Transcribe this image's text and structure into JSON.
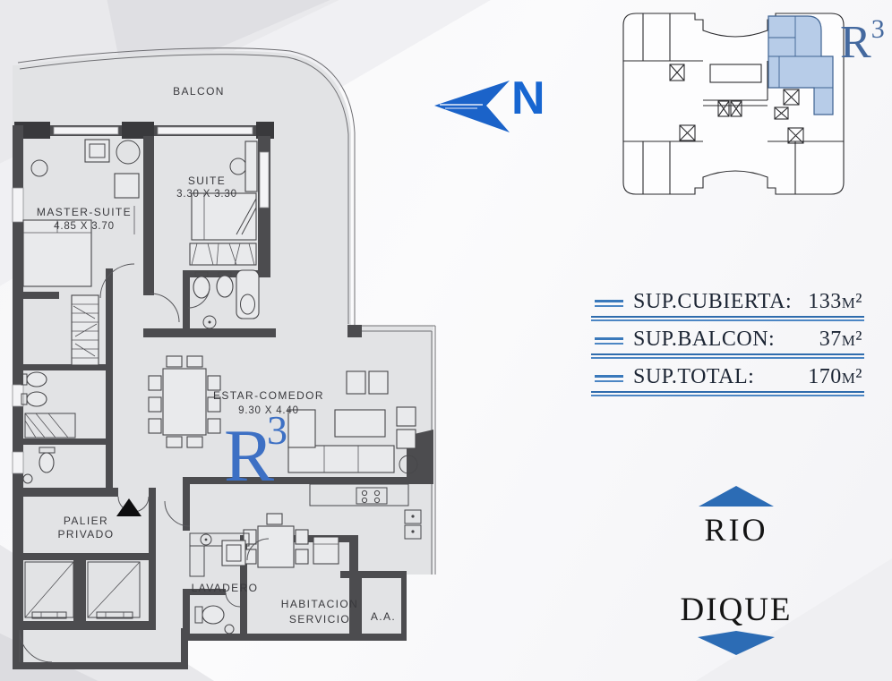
{
  "colors": {
    "accent_blue": "#2a6bc4",
    "unit_label_blue": "#3d70c4",
    "keyplan_highlight": "#b7cce8",
    "underline_blue": "#2f6cad",
    "wall_gray": "#4c4c4f",
    "floor_gray": "#e2e3e5"
  },
  "compass": {
    "label": "N"
  },
  "plan": {
    "unit": {
      "base": "R",
      "sup": "3"
    },
    "rooms": {
      "balcon": {
        "label": "BALCON"
      },
      "master": {
        "label": "MASTER-SUITE",
        "dims": "4.85 X 3.70"
      },
      "suite": {
        "label": "SUITE",
        "dims": "3.30 X 3.30"
      },
      "estar": {
        "label": "ESTAR-COMEDOR",
        "dims": "9.30 X 4.40"
      },
      "palier": {
        "line1": "PALIER",
        "line2": "PRIVADO"
      },
      "lavadero": {
        "label": "LAVADERO"
      },
      "servicio": {
        "line1": "HABITACION",
        "line2": "SERVICIO"
      },
      "aa": {
        "label": "A.A."
      }
    }
  },
  "key_plan": {
    "unit": {
      "base": "R",
      "sup": "3"
    }
  },
  "areas": {
    "rows": [
      {
        "label": "SUP.CUBIERTA:",
        "value": "133m²"
      },
      {
        "label": "SUP.BALCON:",
        "value": "37m²"
      },
      {
        "label": "SUP.TOTAL:",
        "value": "170m²"
      }
    ]
  },
  "orientation": {
    "top": "RIO",
    "bottom": "DIQUE"
  }
}
